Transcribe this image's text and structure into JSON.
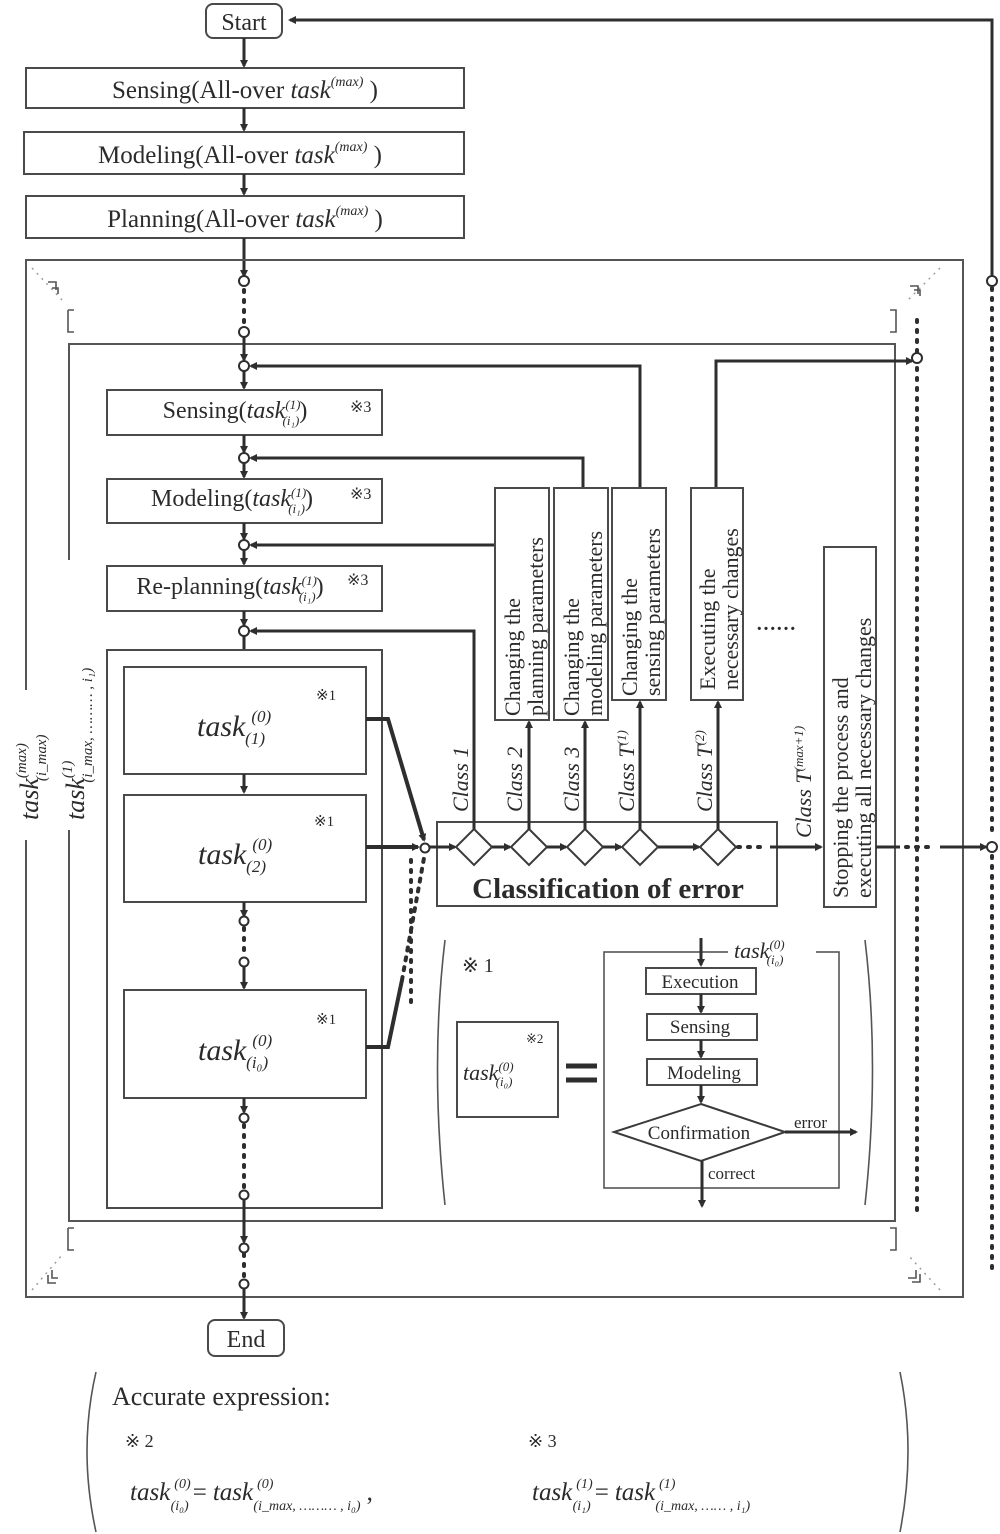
{
  "flow": {
    "start": "Start",
    "end": "End",
    "top_steps": [
      {
        "prefix": "Sensing(All-over ",
        "task": "task",
        "sup": "(max)",
        "suffix": " )"
      },
      {
        "prefix": "Modeling(All-over ",
        "task": "task",
        "sup": "(max)",
        "suffix": " )"
      },
      {
        "prefix": "Planning(All-over ",
        "task": "task",
        "sup": "(max)",
        "suffix": " )"
      }
    ],
    "inner_steps": [
      {
        "prefix": "Sensing(",
        "task": "task",
        "sup": "(1)",
        "sub": "(i₁)",
        "suffix": ")",
        "note": "※3"
      },
      {
        "prefix": "Modeling(",
        "task": "task",
        "sup": "(1)",
        "sub": "(i₁)",
        "suffix": ")",
        "note": "※3"
      },
      {
        "prefix": "Re-planning(",
        "task": "task",
        "sup": "(1)",
        "sub": "(i₁)",
        "suffix": ")",
        "note": "※3"
      }
    ],
    "subtasks": [
      {
        "task": "task",
        "sup": "(0)",
        "sub": "(1)",
        "note": "※1"
      },
      {
        "task": "task",
        "sup": "(0)",
        "sub": "(2)",
        "note": "※1"
      },
      {
        "task": "task",
        "sup": "(0)",
        "sub": "(i₀)",
        "note": "※1"
      }
    ],
    "outer_loop_label": {
      "task": "task",
      "sup": "(max)",
      "sub": "(i_max)"
    },
    "inner_loop_label": {
      "task": "task",
      "sup": "(1)",
      "sub": "(i_max, ……… , i₁)"
    }
  },
  "classification": {
    "title": "Classification of error",
    "classes": [
      {
        "label": "Class 1",
        "sup": ""
      },
      {
        "label": "Class 2",
        "sup": ""
      },
      {
        "label": "Class 3",
        "sup": ""
      },
      {
        "label": "Class T",
        "sup": "(1)"
      },
      {
        "label": "Class T",
        "sup": "(2)"
      },
      {
        "label": "Class T",
        "sup": "(max+1)"
      }
    ],
    "actions": [
      {
        "line1": "Changing the",
        "line2": "planning parameters"
      },
      {
        "line1": "Changing the",
        "line2": "modeling parameters"
      },
      {
        "line1": "Changing the",
        "line2": "sensing parameters"
      },
      {
        "line1": "Executing the",
        "line2": "necessary changes"
      },
      {
        "line1": "Stopping the process and",
        "line2": "executing all necessary changes"
      }
    ],
    "ellipsis": "……"
  },
  "detail": {
    "note": "※ 1",
    "lhs": {
      "task": "task",
      "sup": "(0)",
      "sub": "(i₀)",
      "note": "※2"
    },
    "equals": "=",
    "container_label": {
      "task": "task",
      "sup": "(0)",
      "sub": "(i₀)"
    },
    "steps": [
      "Execution",
      "Sensing",
      "Modeling"
    ],
    "decision": "Confirmation",
    "error_label": "error",
    "correct_label": "correct"
  },
  "footnote": {
    "title": "Accurate expression:",
    "note2": "※ 2",
    "note3": "※ 3",
    "expr2_lhs": {
      "task": "task",
      "sup": "(0)",
      "sub": "(i₀)"
    },
    "expr2_rhs": {
      "task": "task",
      "sup": "(0)",
      "sub": "(i_max, ……… , i₀)"
    },
    "expr3_lhs": {
      "task": "task",
      "sup": "(1)",
      "sub": "(i₁)"
    },
    "expr3_rhs": {
      "task": "task",
      "sup": "(1)",
      "sub": "(i_max, …… , i₁)"
    },
    "eq": "=",
    "comma": ","
  }
}
